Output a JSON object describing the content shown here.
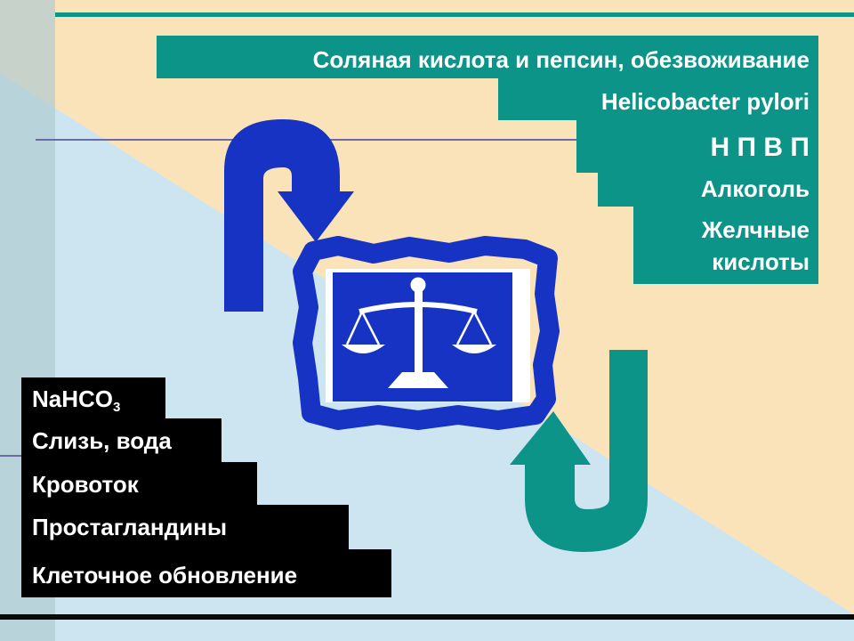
{
  "aggressive_factors": {
    "hcl_pepsin": "Соляная кислота и пепсин, обезвоживание",
    "helicobacter": "Helicobacter pylori",
    "npvp": "Н П В П",
    "alcohol": "Алкоголь",
    "bile_line1": "Желчные",
    "bile_line2": "кислоты"
  },
  "protective_factors": {
    "nahco3_main": "NaHCO",
    "nahco3_sub": "3",
    "mucus": "Слизь, вода",
    "blood_flow": "Кровоток",
    "prostaglandins": "Простагландины",
    "cell_renewal": "Клеточное обновление"
  },
  "colors": {
    "teal": "#0d9488",
    "blue": "#1733c4",
    "peach": "#fbe3b9",
    "light_blue": "#cde5f0"
  },
  "icons": {
    "scales": "scales-of-justice-icon",
    "arrow_top": "curved-arrow-down-icon",
    "arrow_bottom": "curved-arrow-up-icon"
  }
}
